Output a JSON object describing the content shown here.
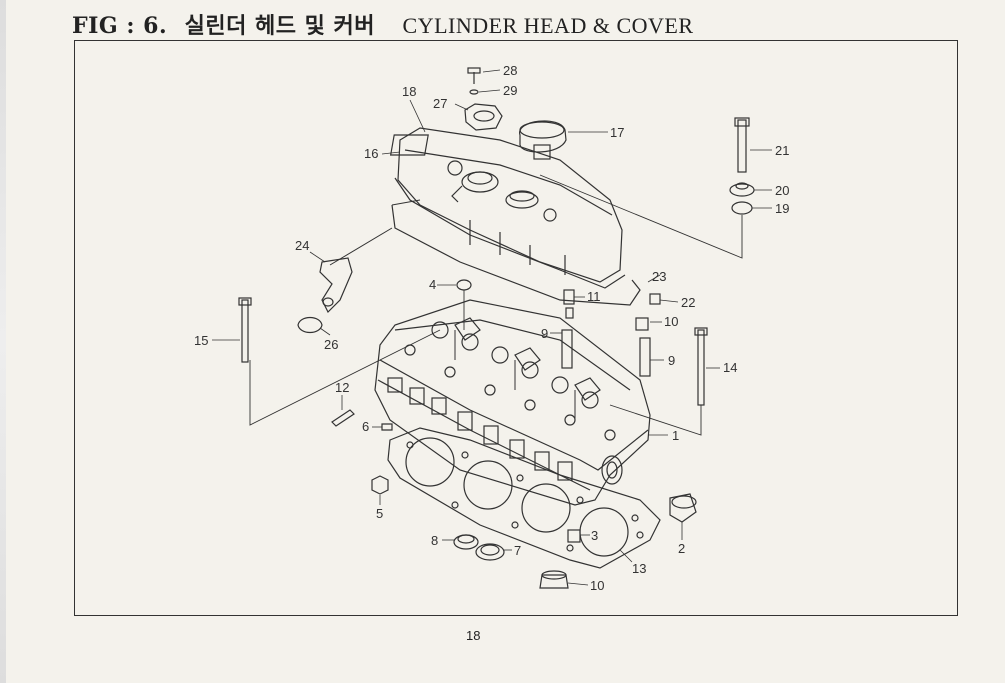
{
  "header": {
    "fig_label": "FIG : 6.",
    "title_korean": "실린더 헤드 및 커버",
    "title_english": "CYLINDER HEAD & COVER"
  },
  "footer": {
    "page_number": "18"
  },
  "parts": {
    "p1": "1",
    "p2": "2",
    "p3": "3",
    "p4": "4",
    "p5": "5",
    "p6": "6",
    "p7": "7",
    "p8": "8",
    "p9a": "9",
    "p9b": "9",
    "p10a": "10",
    "p10b": "10",
    "p11": "11",
    "p12": "12",
    "p13": "13",
    "p14": "14",
    "p15": "15",
    "p16": "16",
    "p17": "17",
    "p18": "18",
    "p19": "19",
    "p20": "20",
    "p21": "21",
    "p22": "22",
    "p23": "23",
    "p24": "24",
    "p26": "26",
    "p27": "27",
    "p28": "28",
    "p29": "29"
  }
}
